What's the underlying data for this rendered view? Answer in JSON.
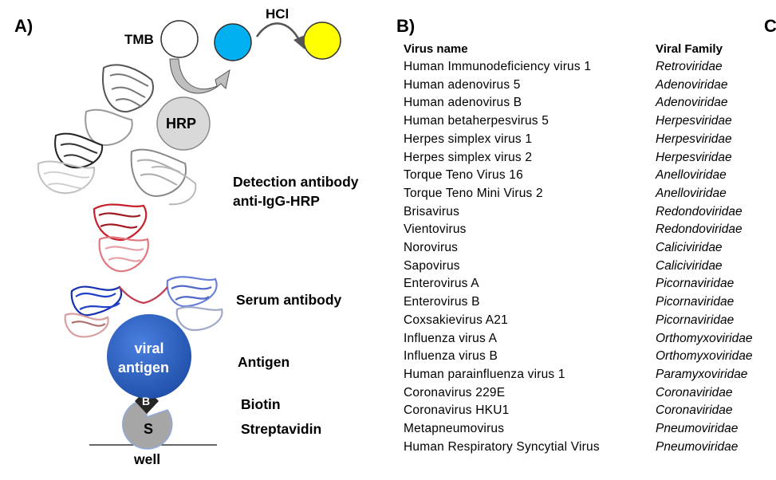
{
  "panels": {
    "a": "A)",
    "b": "B)",
    "c": "C"
  },
  "diagram": {
    "tmb": "TMB",
    "hcl": "HCl",
    "hrp": "HRP",
    "detection_line1": "Detection antibody",
    "detection_line2": "anti-IgG-HRP",
    "serum": "Serum antibody",
    "antigen": "Antigen",
    "viral_line1": "viral",
    "viral_line2": "antigen",
    "biotin": "Biotin",
    "streptavidin": "Streptavidin",
    "b_letter": "B",
    "s_letter": "S",
    "well": "well",
    "colors": {
      "tmb_blue": "#00b0f0",
      "yellow": "#ffff00",
      "antigen_blue": "#2e62c8",
      "red": "#c8202a",
      "dark_blue": "#1530b0",
      "gray": "#a6a6a6"
    }
  },
  "table": {
    "header_name": "Virus name",
    "header_family": "Viral Family",
    "rows": [
      {
        "name": "Human  Immunodeficiency virus 1",
        "family": "Retroviridae"
      },
      {
        "name": "Human  adenovirus 5",
        "family": "Adenoviridae"
      },
      {
        "name": "Human  adenovirus B",
        "family": "Adenoviridae"
      },
      {
        "name": "Human  betaherpesvirus  5",
        "family": "Herpesviridae"
      },
      {
        "name": "Herpes  simplex  virus  1",
        "family": "Herpesviridae"
      },
      {
        "name": "Herpes  simplex  virus  2",
        "family": "Herpesviridae"
      },
      {
        "name": "Torque Teno Virus 16",
        "family": "Anelloviridae"
      },
      {
        "name": "Torque Teno Mini Virus 2",
        "family": "Anelloviridae"
      },
      {
        "name": "Brisavirus",
        "family": "Redondoviridae"
      },
      {
        "name": "Vientovirus",
        "family": "Redondoviridae"
      },
      {
        "name": "Norovirus",
        "family": "Caliciviridae"
      },
      {
        "name": "Sapovirus",
        "family": "Caliciviridae"
      },
      {
        "name": "Enterovirus  A",
        "family": "Picornaviridae"
      },
      {
        "name": "Enterovirus  B",
        "family": "Picornaviridae"
      },
      {
        "name": "Coxsakievirus  A21",
        "family": "Picornaviridae"
      },
      {
        "name": "Influenza virus A",
        "family": "Orthomyxoviridae"
      },
      {
        "name": "Influenza virus B",
        "family": "Orthomyxoviridae"
      },
      {
        "name": "Human  parainfluenza  virus 1",
        "family": "Paramyxoviridae"
      },
      {
        "name": "Coronavirus  229E",
        "family": "Coronaviridae"
      },
      {
        "name": "Coronavirus  HKU1",
        "family": "Coronaviridae"
      },
      {
        "name": "Metapneumovirus",
        "family": "Pneumoviridae"
      },
      {
        "name": "Human  Respiratory  Syncytial Virus",
        "family": "Pneumoviridae"
      }
    ]
  }
}
